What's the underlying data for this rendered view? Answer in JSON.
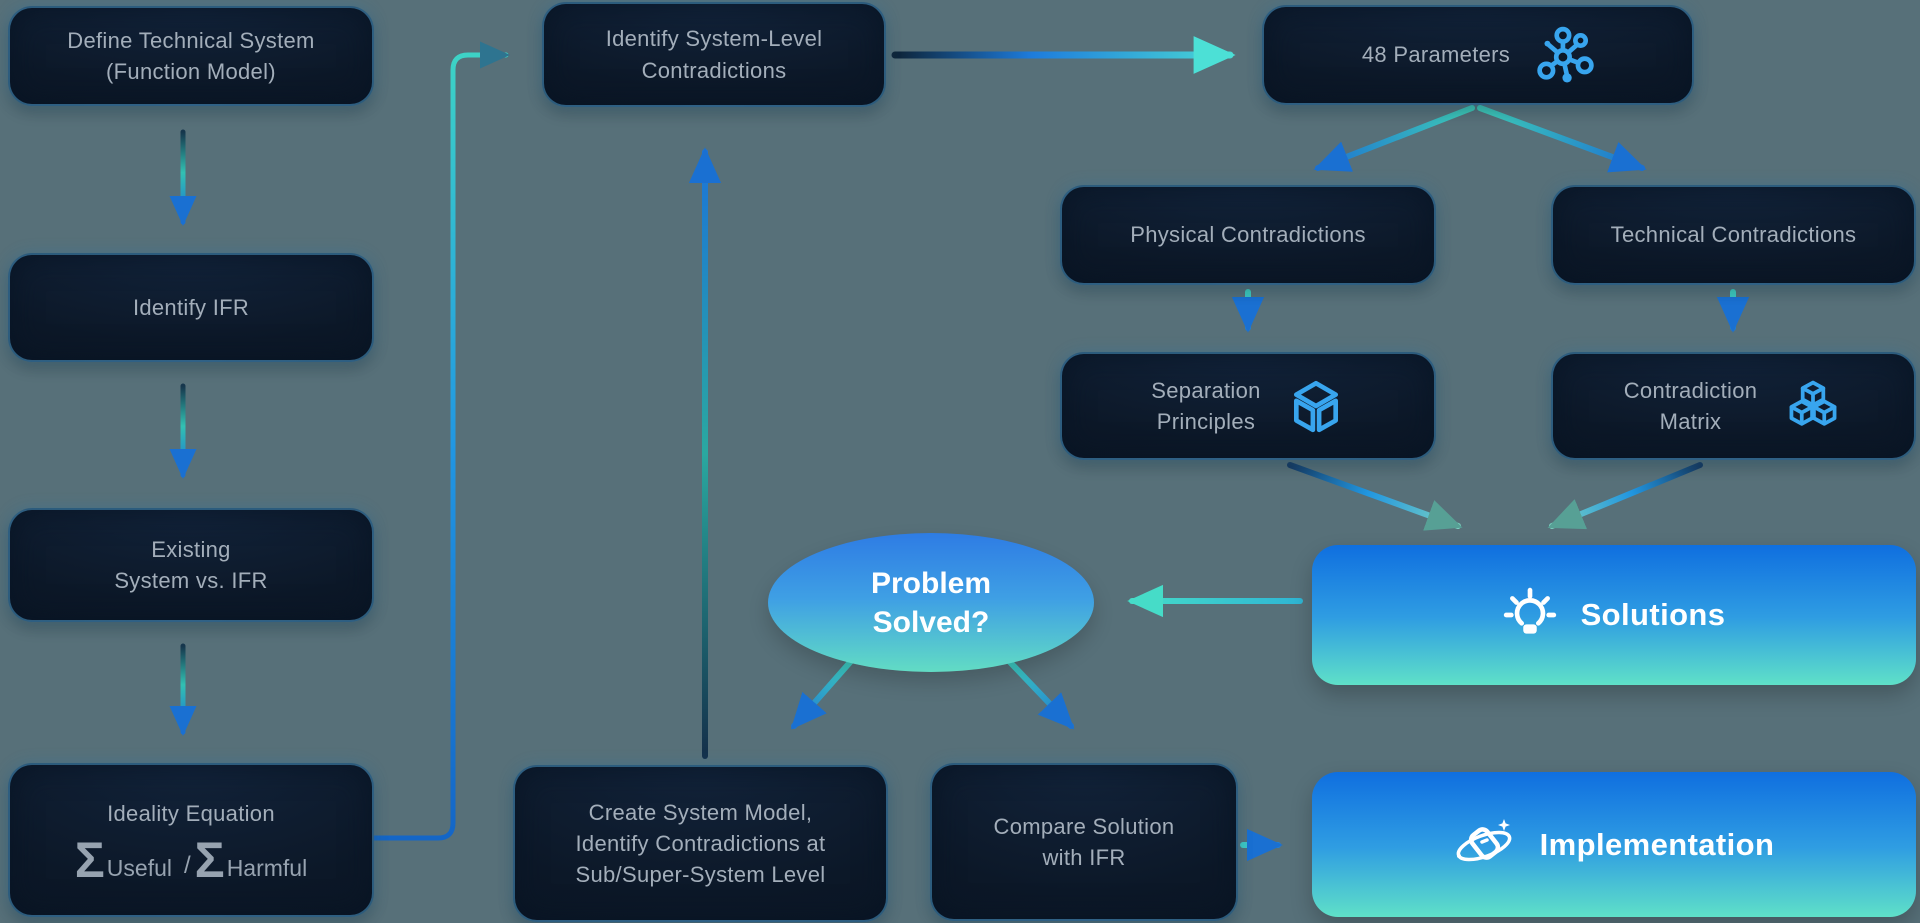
{
  "diagram_title": "TRIZ problem-solving flowchart",
  "colors": {
    "background": "#577079",
    "node_fill": "#0C1828",
    "node_border": "#4896C4",
    "node_text": "#A3AEBA",
    "icon_accent": "#38A5EE",
    "gradient_blue": "#0F6FE0",
    "gradient_teal": "#5FE0C8",
    "arrow_blue": "#1A70D2",
    "arrow_teal": "#46DCC8",
    "arrow_cyan": "#4CE0D6"
  },
  "nodes": {
    "define_technical_system": {
      "line1": "Define Technical System",
      "line2": "(Function Model)"
    },
    "identify_ifr": {
      "line1": "Identify IFR"
    },
    "existing_vs_ifr": {
      "line1": "Existing",
      "line2": "System vs. IFR"
    },
    "ideality_equation": {
      "title": "Ideality Equation",
      "sigma": "Σ",
      "useful_label": "Useful",
      "divider": "/",
      "harmful_label": "Harmful"
    },
    "identify_system_level": {
      "line1": "Identify System-Level",
      "line2": "Contradictions"
    },
    "parameters_48": {
      "label": "48 Parameters",
      "icon": "network-hub-icon"
    },
    "physical_contradictions": {
      "line1": "Physical Contradictions"
    },
    "technical_contradictions": {
      "line1": "Technical Contradictions"
    },
    "separation_principles": {
      "line1": "Separation",
      "line2": "Principles",
      "icon": "cube-icon"
    },
    "contradiction_matrix": {
      "line1": "Contradiction",
      "line2": "Matrix",
      "icon": "stacked-cubes-icon"
    },
    "problem_solved": {
      "line1": "Problem",
      "line2": "Solved?"
    },
    "solutions": {
      "label": "Solutions",
      "icon": "lightbulb-icon"
    },
    "create_system_model": {
      "line1": "Create System Model,",
      "line2": "Identify Contradictions at",
      "line3": "Sub/Super-System Level"
    },
    "compare_solution": {
      "line1": "Compare Solution",
      "line2": "with IFR"
    },
    "implementation": {
      "label": "Implementation",
      "icon": "rocket-orbit-icon"
    }
  }
}
